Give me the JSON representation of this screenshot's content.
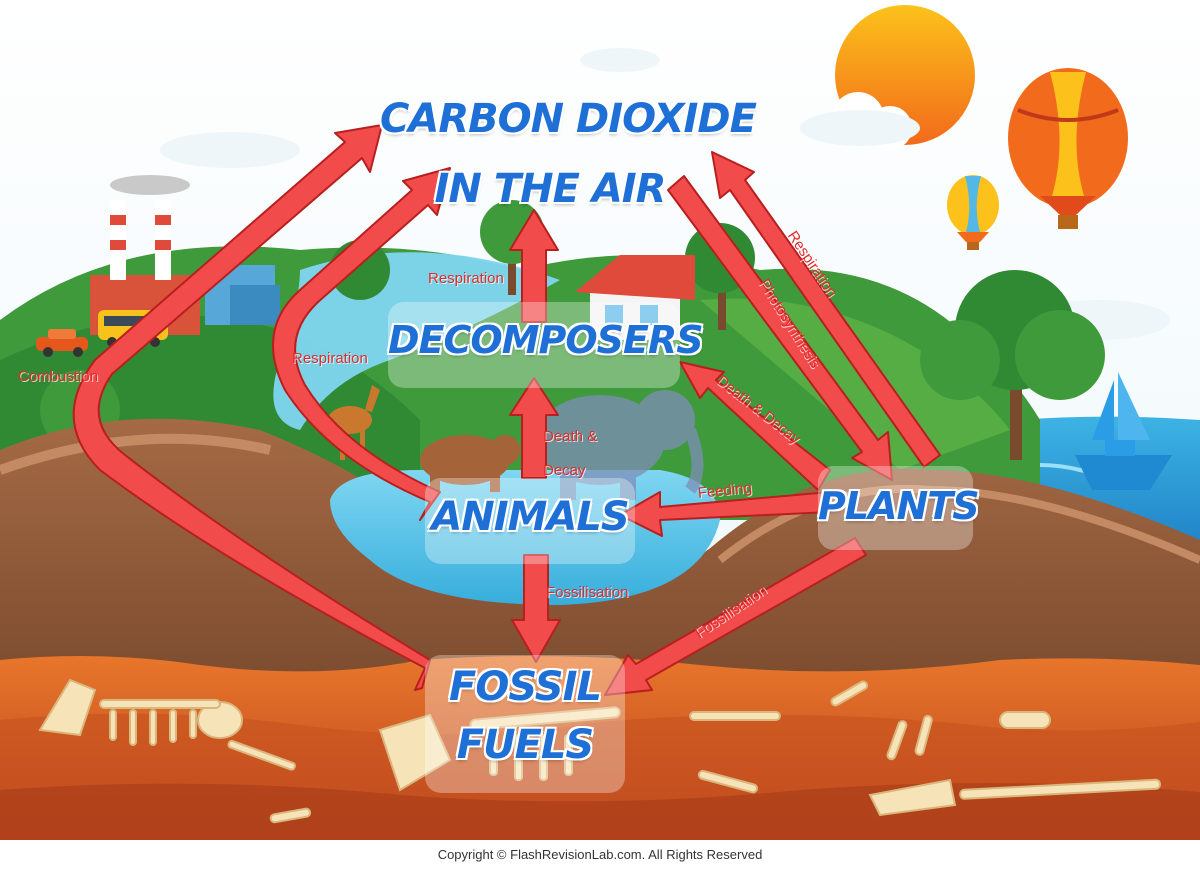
{
  "nodes": {
    "co2_line1": "CARBON DIOXIDE",
    "co2_line2": "IN THE AIR",
    "decomposers": "DECOMPOSERS",
    "animals": "ANIMALS",
    "plants": "PLANTS",
    "fossil_line1": "FOSSIL",
    "fossil_line2": "FUELS"
  },
  "arrow_labels": {
    "combustion": "Combustion",
    "respiration_left": "Respiration",
    "respiration_decomposers": "Respiration",
    "death_decay_animals_1": "Death &",
    "death_decay_animals_2": "Decay",
    "death_decay_plants": "Death & Decay",
    "feeding": "Feeding",
    "fossilisation_animals": "Fossilisation",
    "fossilisation_plants": "Fossilisation",
    "respiration_plants": "Respiration",
    "photosynthesis": "Photosynthesis"
  },
  "footer": {
    "copyright": "Copyright © FlashRevisionLab.com. All Rights Reserved"
  },
  "colors": {
    "arrow_fill": "#f24b4b",
    "arrow_stroke": "#b81f1f",
    "node_text": "#1e6fd6",
    "label_text": "#e12b2b",
    "sky": "#ffffff",
    "hill_green": "#3f9a3c",
    "soil_brown": "#8a5638",
    "fossil_layer": "#d9692a",
    "water": "#53c3e6",
    "sun": "#f7931e"
  }
}
